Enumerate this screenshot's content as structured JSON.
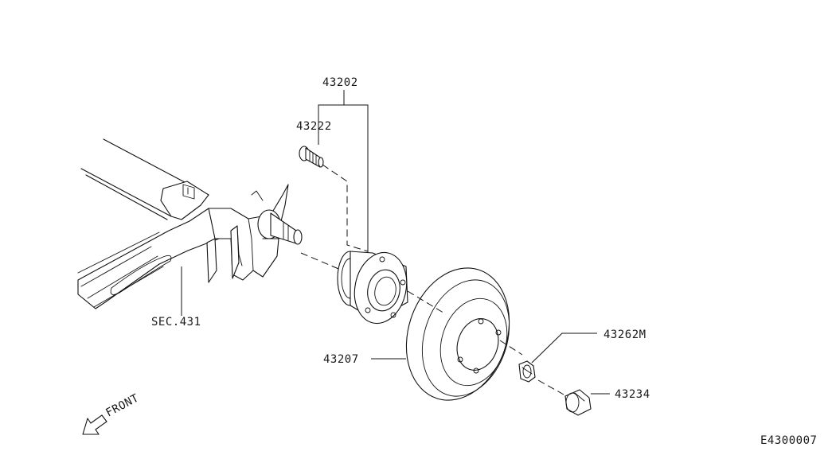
{
  "labels": {
    "hub_assembly": "43202",
    "hub_bolt": "43222",
    "axle_section": "SEC.431",
    "brake_drum": "43207",
    "hub_nut": "43262M",
    "grease_cap": "43234",
    "front": "FRONT",
    "diagram_id": "E4300007"
  }
}
